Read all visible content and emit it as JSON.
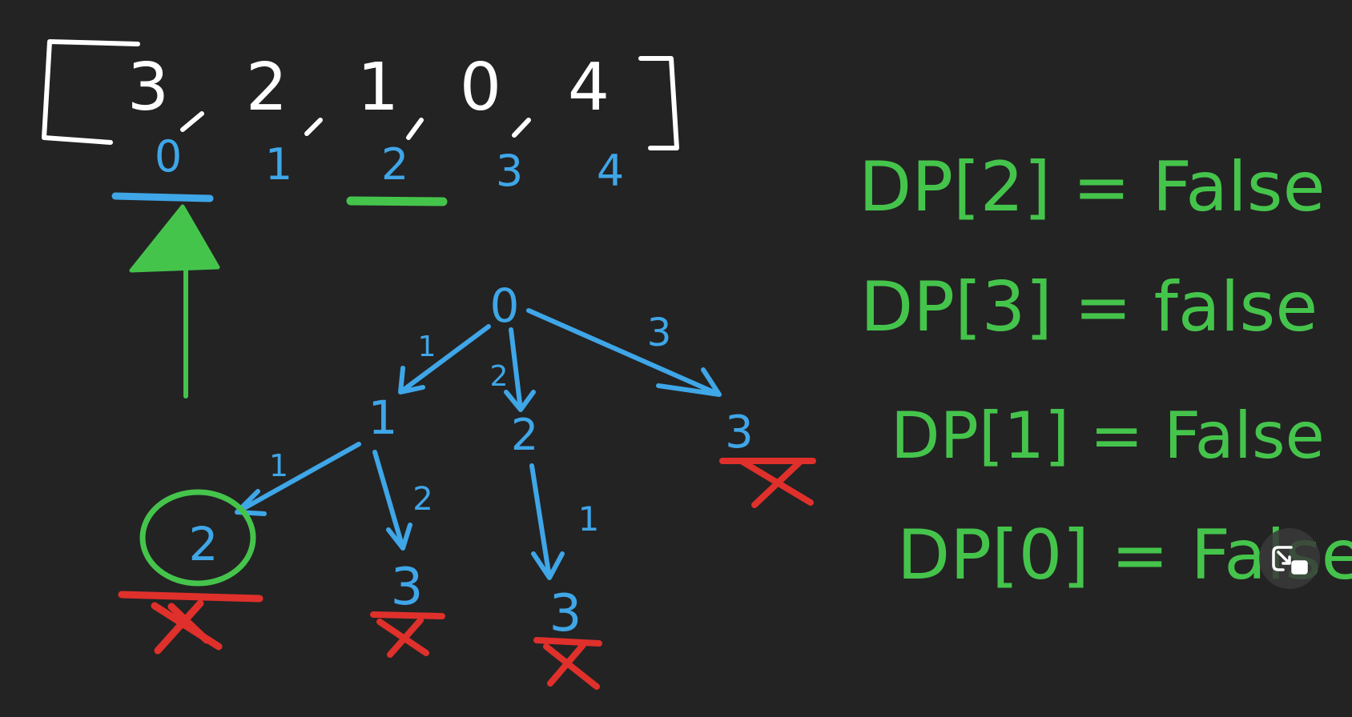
{
  "array": {
    "values": [
      "3",
      "2",
      "1",
      "0",
      "4"
    ],
    "indices": [
      "0",
      "1",
      "2",
      "3",
      "4"
    ],
    "open_bracket": "[",
    "close_bracket": "]",
    "separator": ","
  },
  "tree": {
    "nodes": {
      "root": "0",
      "n1": "1",
      "n2": "2",
      "n3": "3",
      "n1_left": "2",
      "n1_right": "3",
      "n2_child": "3"
    },
    "edge_labels": {
      "root_n1": "1",
      "root_n2": "2",
      "root_n3": "3",
      "n1_left": "1",
      "n1_right": "2",
      "n2_child": "1"
    }
  },
  "dp": [
    {
      "prefix": "DP[",
      "index": "2",
      "suffix": "] = False"
    },
    {
      "prefix": "DP[",
      "index": "3",
      "suffix": "] = false"
    },
    {
      "prefix": "DP[",
      "index": "1",
      "suffix": "] = False"
    },
    {
      "prefix": "DP[",
      "index": "0",
      "suffix": "] = False"
    }
  ],
  "colors": {
    "background": "#232323",
    "chalk_white": "#ffffff",
    "blue": "#3fa6e8",
    "green": "#45c44c",
    "red": "#e0302b"
  },
  "icons": {
    "pip": "picture-in-picture-icon"
  }
}
